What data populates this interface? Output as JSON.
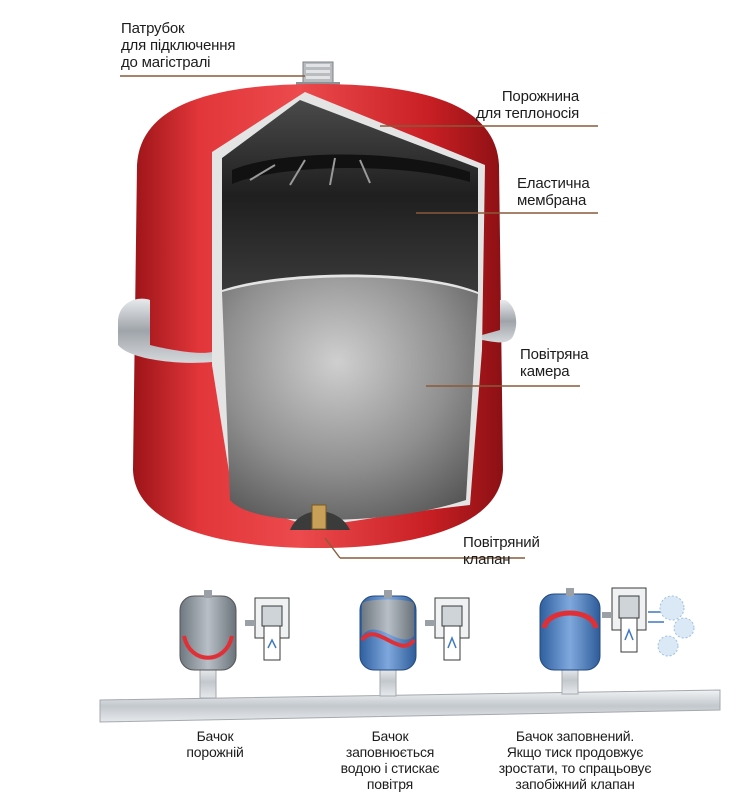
{
  "labels": {
    "inlet": [
      "Патрубок",
      "для підключення",
      "до магістралі"
    ],
    "fluid_cavity": [
      "Порожнина",
      "для теплоносія"
    ],
    "membrane": [
      "Еластична",
      "мембрана"
    ],
    "air_chamber": [
      "Повітряна",
      "камера"
    ],
    "air_valve": [
      "Повітряний",
      "клапан"
    ]
  },
  "captions": {
    "empty": [
      "Бачок",
      "порожній"
    ],
    "filling": [
      "Бачок",
      "заповнюється",
      "водою і стискає",
      "повітря"
    ],
    "full": [
      "Бачок заповнений.",
      "Якщо тиск продовжує",
      "зростати, то спрацьовує",
      "запобіжний клапан"
    ]
  },
  "colors": {
    "tank_red": "#d8262a",
    "tank_red_dark": "#a5151a",
    "leader_line": "#8a5a3a",
    "interior_dark": "#2a2a2a",
    "interior_grey": "#9a9a9a",
    "water_blue": "#3f79c4",
    "membrane_red": "#e03035",
    "pipe_grey": "#c9ced3"
  },
  "icons": [
    "inlet-nipple",
    "air-valve",
    "safety-valve",
    "water-arrow",
    "steam-cloud"
  ]
}
